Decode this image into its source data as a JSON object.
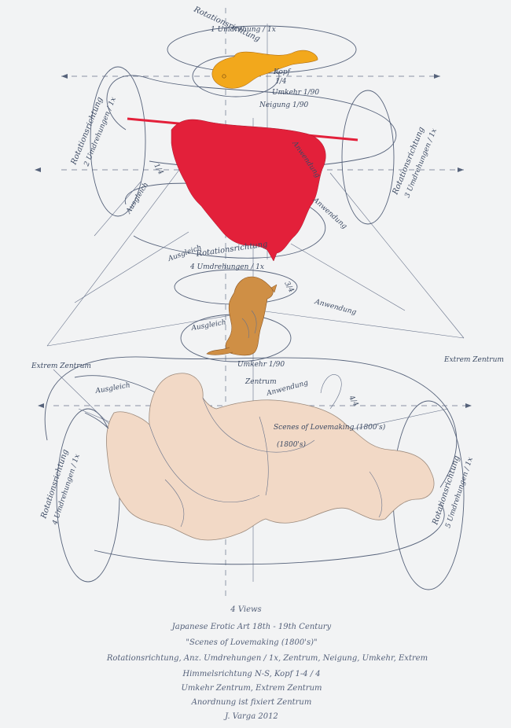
{
  "annotations": {
    "top_title": "Rotationsrichtung",
    "top_sub": "1 Umdrehung / 1x",
    "left_upper": "Rotationsrichtung",
    "left_upper_sub": "2 Umdrehungen / 1x",
    "right_upper": "Rotationsrichtung",
    "right_upper_sub": "3 Umdrehungen / 1x",
    "mid_title": "Rotationsrichtung",
    "mid_sub": "4 Umdrehungen / 1x",
    "left_lower": "Rotationsrichtung",
    "left_lower_sub": "4 Umdrehungen / 1x",
    "right_lower": "Rotationsrichtung",
    "right_lower_sub": "5 Umdrehungen / 1x",
    "kopf_label": "Kopf",
    "kopf_ratio": "1/4",
    "kopf_pause": "Umkehr 1/90",
    "neigung": "Neigung 1/90",
    "ratio_a": "1/4",
    "ratio_b": "3/4",
    "ratio_c": "3/4",
    "ratio_d": "4/4",
    "ausgleich": "Ausgleich",
    "anwendung": "Anwendung",
    "zentrum": "Zentrum",
    "umkehr_zentrum": "Umkehr 1/90",
    "extreme_left": "Extrem Zentrum",
    "extreme_right": "Extrem Zentrum",
    "scene_label": "Scenes of Lovemaking (1800's)",
    "scene_label_2": "(1800's)"
  },
  "caption": {
    "line1": "4 Views",
    "line2": "Japanese Erotic Art 18th - 19th Century",
    "line3": "\"Scenes of Lovemaking (1800's)\"",
    "line4": "Rotationsrichtung, Anz. Umdrehungen / 1x, Zentrum, Neigung, Umkehr, Extrem",
    "line5": "Himmelsrichtung N-S, Kopf 1-4 / 4",
    "line6": "Umkehr Zentrum, Extrem Zentrum",
    "line7": "Anordnung ist fixiert Zentrum",
    "signature": "J. Varga 2012"
  },
  "colors": {
    "paper": "#f2f3f4",
    "ink": "#3c4a63",
    "yellow": "#f2a81c",
    "red": "#e3203a",
    "ochre": "#cf8f45",
    "skin": "#f2d9c6"
  }
}
